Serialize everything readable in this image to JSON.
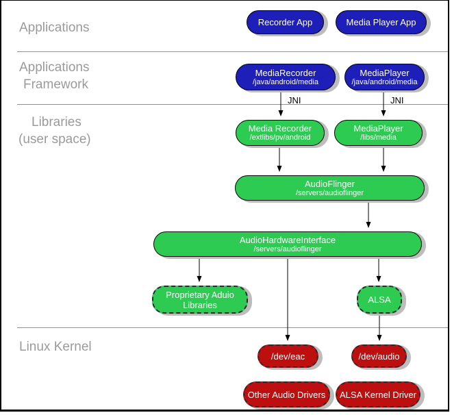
{
  "colors": {
    "app": "#1e1eb8",
    "lib": "#2ecb53",
    "kernel": "#bd0f0f",
    "shadow": "#bdbdbd",
    "label": "#9a9a9a"
  },
  "layers": [
    {
      "lines": [
        "Applications"
      ]
    },
    {
      "lines": [
        "Applications",
        "Framework"
      ]
    },
    {
      "lines": [
        "Libraries",
        "(user space)"
      ]
    },
    {
      "lines": [
        "Linux Kernel"
      ]
    }
  ],
  "jni_label": "JNI",
  "nodes": {
    "recorder_app": {
      "title": "Recorder App"
    },
    "media_player_app": {
      "title": "Media Player App"
    },
    "media_recorder_fw": {
      "title": "MediaRecorder",
      "path": "/java/android/media"
    },
    "media_player_fw": {
      "title": "MediaPlayer",
      "path": "/java/android/media"
    },
    "media_recorder_lib": {
      "title": "Media Recorder",
      "path": "/extlibs/pv/android"
    },
    "media_player_lib": {
      "title": "MediaPlayer",
      "path": "/libs/media"
    },
    "audio_flinger": {
      "title": "AudioFlinger",
      "path": "/servers/audioflinger"
    },
    "audio_hardware_interface": {
      "title": "AudioHardwareInterface",
      "path": "/servers/audioflinger"
    },
    "proprietary_audio_libraries": {
      "title": "Proprietary Aduio Libraries"
    },
    "alsa": {
      "title": "ALSA"
    },
    "dev_eac": {
      "title": "/dev/eac"
    },
    "dev_audio": {
      "title": "/dev/audio"
    },
    "other_audio_drivers": {
      "title": "Other Audio Drivers"
    },
    "alsa_kernel_driver": {
      "title": "ALSA Kernel Driver"
    }
  }
}
